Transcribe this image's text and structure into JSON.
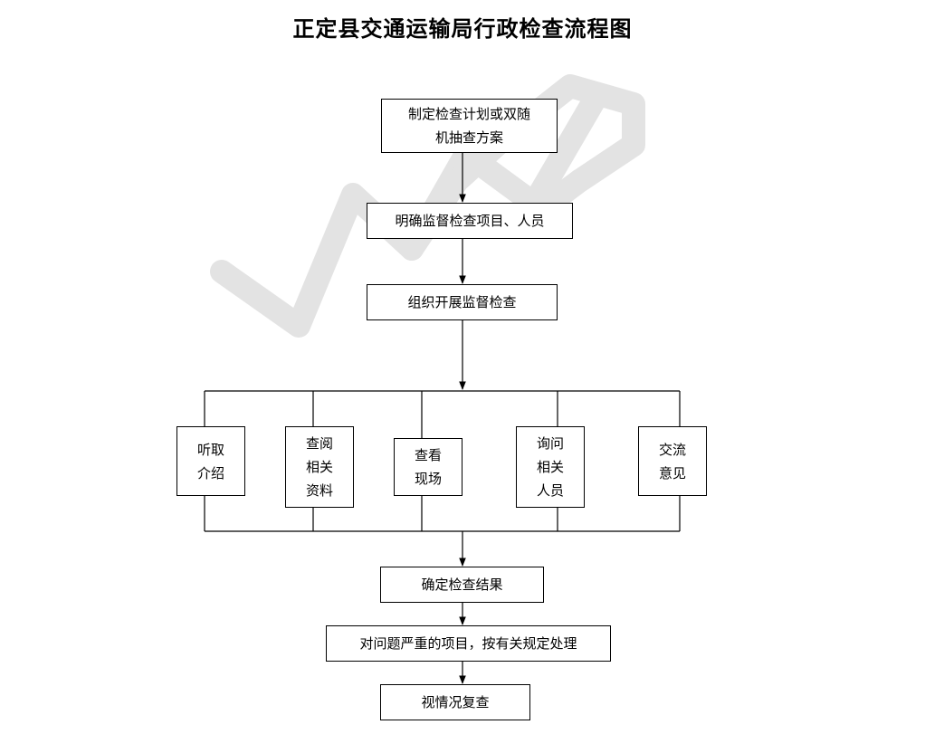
{
  "title": "正定县交通运输局行政检查流程图",
  "watermark": {
    "color": "#e3e3e3"
  },
  "colors": {
    "line": "#000000",
    "box_border": "#000000",
    "background": "#ffffff"
  },
  "steps": {
    "plan": {
      "lines": [
        "制定检查计划或双随",
        "机抽查方案"
      ]
    },
    "staff": {
      "text": "明确监督检查项目、人员"
    },
    "organize": {
      "text": "组织开展监督检查"
    },
    "methods": [
      {
        "lines": [
          "听取",
          "介绍"
        ]
      },
      {
        "lines": [
          "查阅",
          "相关",
          "资料"
        ]
      },
      {
        "lines": [
          "查看",
          "现场"
        ]
      },
      {
        "lines": [
          "询问",
          "相关",
          "人员"
        ]
      },
      {
        "lines": [
          "交流",
          "意见"
        ]
      }
    ],
    "result": {
      "text": "确定检查结果"
    },
    "handle": {
      "text": "对问题严重的项目，按有关规定处理"
    },
    "review": {
      "text": "视情况复查"
    }
  }
}
